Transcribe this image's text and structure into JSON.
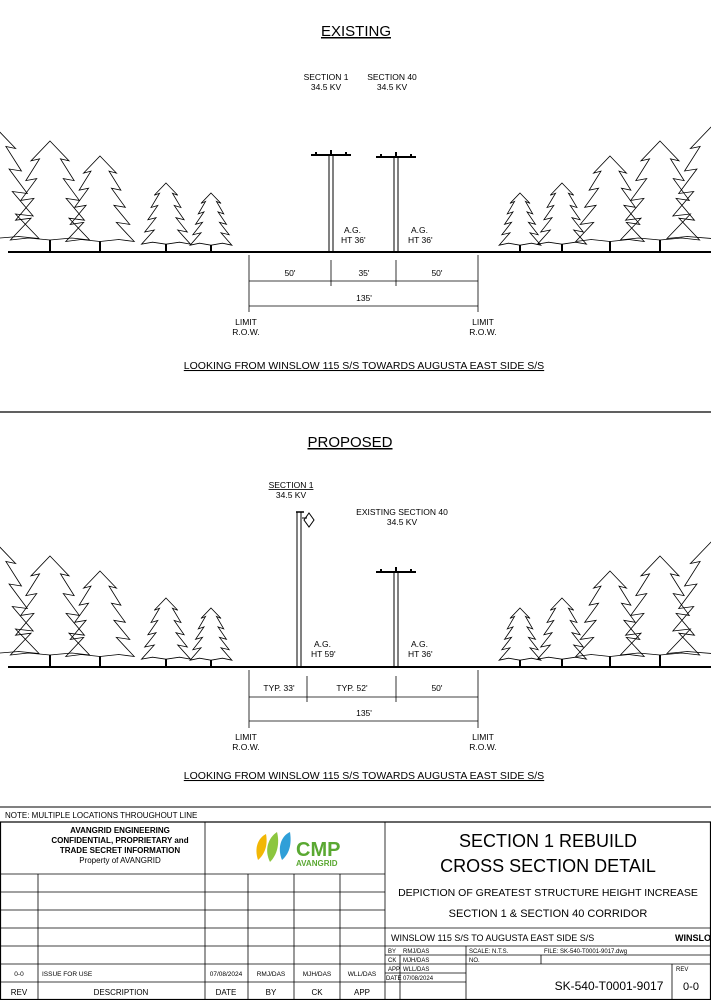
{
  "existing": {
    "heading": "EXISTING",
    "section_labels": [
      {
        "name": "SECTION 1",
        "voltage": "34.5 KV"
      },
      {
        "name": "SECTION 40",
        "voltage": "34.5 KV"
      }
    ],
    "structure_labels": [
      {
        "ag": "A.G.",
        "height": "HT 36'"
      },
      {
        "ag": "A.G.",
        "height": "HT 36'"
      }
    ],
    "dimensions": [
      "50'",
      "35'",
      "50'"
    ],
    "total_dimension": "135'",
    "limit_left": [
      "LIMIT",
      "R.O.W."
    ],
    "limit_right": [
      "LIMIT",
      "R.O.W."
    ],
    "caption": "LOOKING FROM WINSLOW  115 S/S TOWARDS AUGUSTA EAST SIDE S/S"
  },
  "proposed": {
    "heading": "PROPOSED",
    "section_labels": [
      {
        "name": "SECTION 1",
        "voltage": "34.5 KV"
      },
      {
        "name": "EXISTING SECTION 40",
        "voltage": "34.5 KV"
      }
    ],
    "structure_labels": [
      {
        "ag": "A.G.",
        "height": "HT 59'"
      },
      {
        "ag": "A.G.",
        "height": "HT 36'"
      }
    ],
    "dimensions": [
      "TYP. 33'",
      "TYP. 52'",
      "50'"
    ],
    "total_dimension": "135'",
    "limit_left": [
      "LIMIT",
      "R.O.W."
    ],
    "limit_right": [
      "LIMIT",
      "R.O.W."
    ],
    "caption": "LOOKING FROM WINSLOW  115 S/S TOWARDS AUGUSTA EAST SIDE S/S"
  },
  "note": "NOTE: MULTIPLE LOCATIONS THROUGHOUT LINE",
  "confidential": [
    "AVANGRID ENGINEERING",
    "CONFIDENTIAL, PROPRIETARY and",
    "TRADE SECRET INFORMATION",
    "Property of AVANGRID"
  ],
  "logo": {
    "text": "CMP",
    "subtext": "AVANGRID",
    "colors": [
      "#f2b705",
      "#8cc63f",
      "#2f9fd8"
    ]
  },
  "title_block": {
    "title_line1": "SECTION 1 REBUILD",
    "title_line2": "CROSS SECTION DETAIL",
    "sub_line1": "DEPICTION OF GREATEST STRUCTURE HEIGHT INCREASE",
    "sub_line2": "SECTION 1 & SECTION 40 CORRIDOR",
    "route": "WINSLOW 115 S/S TO AUGUSTA EAST SIDE S/S",
    "route_right": "WINSLOW",
    "by_label": "BY",
    "by": "RMJ/DAS",
    "ck_label": "CK",
    "ck": "MJH/DAS",
    "app_label": "APP",
    "app": "WLL/DAS",
    "date_label": "DATE",
    "date": "07/08/2024",
    "scale": "SCALE: N.T.S.",
    "file": "FILE: SK-540-T0001-9017.dwg",
    "no_label": "NO.",
    "drawing_no": "SK-540-T0001-9017",
    "rev_label": "REV",
    "rev": "0-0"
  },
  "revision": {
    "row": {
      "rev": "0-0",
      "description": "ISSUE FOR USE",
      "date": "07/08/2024",
      "by": "RMJ/DAS",
      "ck": "MJH/DAS",
      "app": "WLL/DAS"
    },
    "headers": {
      "rev": "REV",
      "description": "DESCRIPTION",
      "date": "DATE",
      "by": "BY",
      "ck": "CK",
      "app": "APP"
    }
  }
}
